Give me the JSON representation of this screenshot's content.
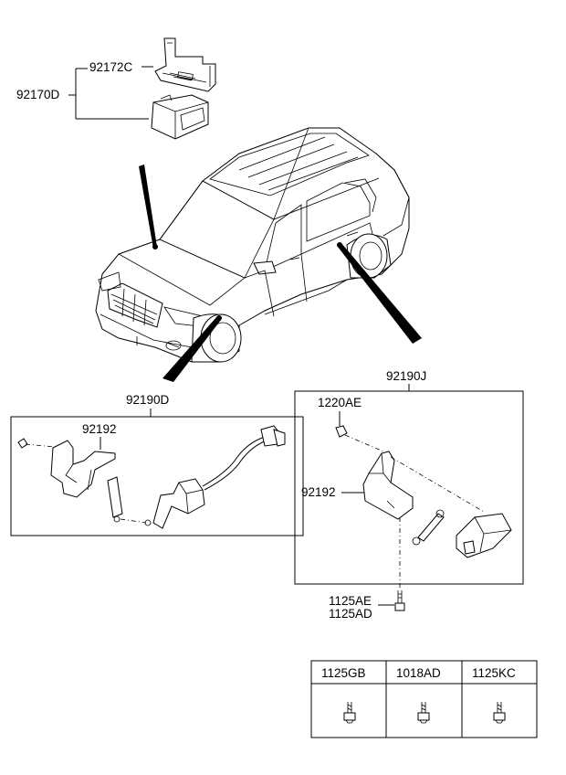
{
  "labels": {
    "p92172C": "92172C",
    "p92170D": "92170D",
    "p92190D": "92190D",
    "p92192_left": "92192",
    "p92190J": "92190J",
    "p1220AE": "1220AE",
    "p92192_right": "92192",
    "p1125AE": "1125AE",
    "p1125AD": "1125AD"
  },
  "fastener_table": {
    "headers": [
      "1125GB",
      "1018AD",
      "1125KC"
    ]
  }
}
